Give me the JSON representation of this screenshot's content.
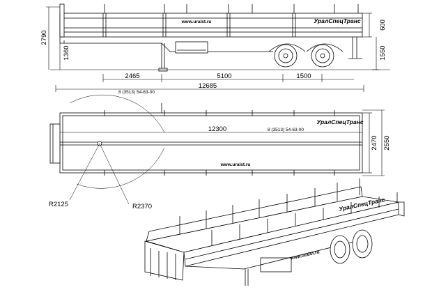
{
  "dimensions": {
    "side_total_height": "2790",
    "side_frame_height": "1360",
    "side_board_height": "600",
    "side_rear_height": "1550",
    "side_kingpin_to_axle": "2465",
    "side_axle_offset": "5100",
    "side_axle_spacing": "1500",
    "side_total_length": "12685",
    "top_platform_length": "12300",
    "top_inner_width": "2470",
    "top_outer_width": "2550",
    "radius_front": "R2125",
    "radius_swing": "R2370"
  },
  "labels": {
    "model_code": "8 (3513) 54-63-00",
    "website": "www.uralst.ru",
    "brand": "УралСпецТранс"
  }
}
